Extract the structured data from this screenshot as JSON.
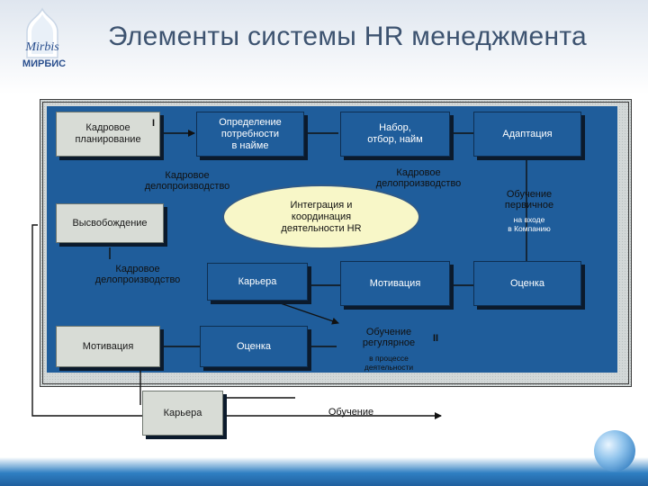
{
  "slide": {
    "title": "Элементы системы HR менеджмента",
    "logo_text": "МИРБИС"
  },
  "boxes": {
    "planning": {
      "text": "Кадровое\nпланирование",
      "roman": "I"
    },
    "needs": {
      "text": "Определение\nпотребности\nв найме"
    },
    "recruitment": {
      "text": "Набор,\nотбор, найм"
    },
    "adaptation": {
      "text": "Адаптация"
    },
    "release": {
      "text": "Высвобождение"
    },
    "career1": {
      "text": "Карьера"
    },
    "motivation1": {
      "text": "Мотивация"
    },
    "assessment1": {
      "text": "Оценка"
    },
    "motivation2": {
      "text": "Мотивация"
    },
    "assessment2": {
      "text": "Оценка"
    },
    "career2": {
      "text": "Карьера"
    }
  },
  "labels": {
    "records1": "Кадровое\nделопроизводство",
    "records2": "Кадровое\nделопроизводство",
    "records3": "Кадровое\nделопроизводство",
    "training_primary": "Обучение\nпервичное",
    "training_primary_note": "на входе\nв Компанию",
    "training_regular": "Обучение\nрегулярное",
    "training_regular_roman": "II",
    "training_regular_note": "в процессе\nдеятельности",
    "training": "Обучение"
  },
  "center": {
    "text": "Интеграция и\nкоординация\nдеятельности HR"
  },
  "colors": {
    "canvas": "#1f5d9b",
    "light_box": "#d8dcd6",
    "ellipse": "#f8f7c8",
    "title": "#3d5370"
  }
}
